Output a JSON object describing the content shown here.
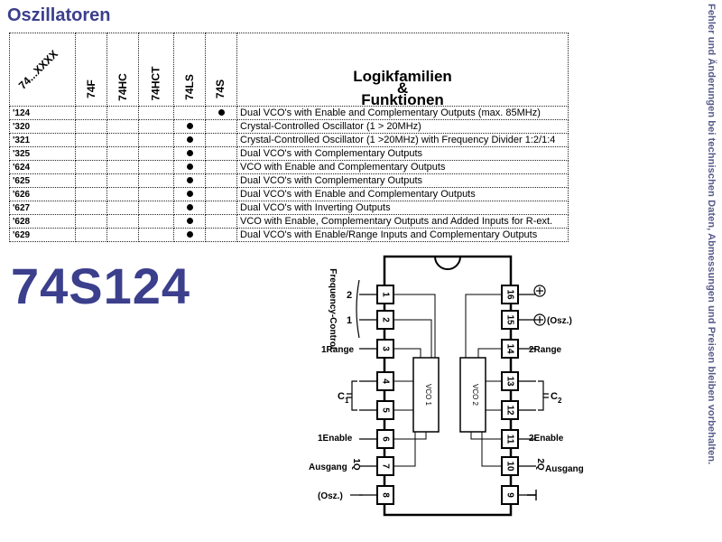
{
  "title": "Oszillatoren",
  "side_note": "Fehler und Änderungen bei technischen Daten, Abmessungen und Preisen bleiben vorbehalten.",
  "table": {
    "corner_label": "74...XXXX",
    "families": [
      "74F",
      "74HC",
      "74HCT",
      "74LS",
      "74S"
    ],
    "header_lines": [
      "Logikfamilien",
      "&",
      "Funktionen"
    ],
    "rows": [
      {
        "code": "'124",
        "marks": [
          false,
          false,
          false,
          false,
          true
        ],
        "desc": "Dual VCO's with Enable and Complementary Outputs (max. 85MHz)"
      },
      {
        "code": "'320",
        "marks": [
          false,
          false,
          false,
          true,
          false
        ],
        "desc": "Crystal-Controlled Oscillator (1 > 20MHz)"
      },
      {
        "code": "'321",
        "marks": [
          false,
          false,
          false,
          true,
          false
        ],
        "desc": "Crystal-Controlled Oscillator (1 >20MHz) with Frequency Divider 1:2/1:4"
      },
      {
        "code": "'325",
        "marks": [
          false,
          false,
          false,
          true,
          false
        ],
        "desc": "Dual VCO's with Complementary Outputs"
      },
      {
        "code": "'624",
        "marks": [
          false,
          false,
          false,
          true,
          false
        ],
        "desc": "VCO with Enable and Complementary Outputs"
      },
      {
        "code": "'625",
        "marks": [
          false,
          false,
          false,
          true,
          false
        ],
        "desc": "Dual VCO's with Complementary Outputs"
      },
      {
        "code": "'626",
        "marks": [
          false,
          false,
          false,
          true,
          false
        ],
        "desc": "Dual VCO's with Enable and Complementary Outputs"
      },
      {
        "code": "'627",
        "marks": [
          false,
          false,
          false,
          true,
          false
        ],
        "desc": "Dual VCO's with Inverting Outputs"
      },
      {
        "code": "'628",
        "marks": [
          false,
          false,
          false,
          true,
          false
        ],
        "desc": "VCO with Enable, Complementary Outputs and Added Inputs for R-ext."
      },
      {
        "code": "'629",
        "marks": [
          false,
          false,
          false,
          true,
          false
        ],
        "desc": "Dual VCO's with Enable/Range Inputs and Complementary Outputs"
      }
    ]
  },
  "part_number": "74S124",
  "pinout": {
    "left_pins": [
      "1",
      "2",
      "3",
      "4",
      "5",
      "6",
      "7",
      "8"
    ],
    "right_pins": [
      "16",
      "15",
      "14",
      "13",
      "12",
      "11",
      "10",
      "9"
    ],
    "labels": {
      "freq_control": "Frequency-Control",
      "fc_2": "2",
      "fc_1": "1",
      "range1": "1Range",
      "c1": "C",
      "c1_sub": "1",
      "enable1": "1Enable",
      "ausgang1": "Ausgang",
      "ausgang1_q": "1Q",
      "osz_left": "(Osz.)",
      "range2": "2Range",
      "c2": "C",
      "c2_sub": "2",
      "enable2": "2Enable",
      "ausgang2": "Ausgang",
      "ausgang2_q": "2Q",
      "osz_right": "(Osz.)",
      "vco1": "VCO 1",
      "vco2": "VCO 2"
    }
  }
}
